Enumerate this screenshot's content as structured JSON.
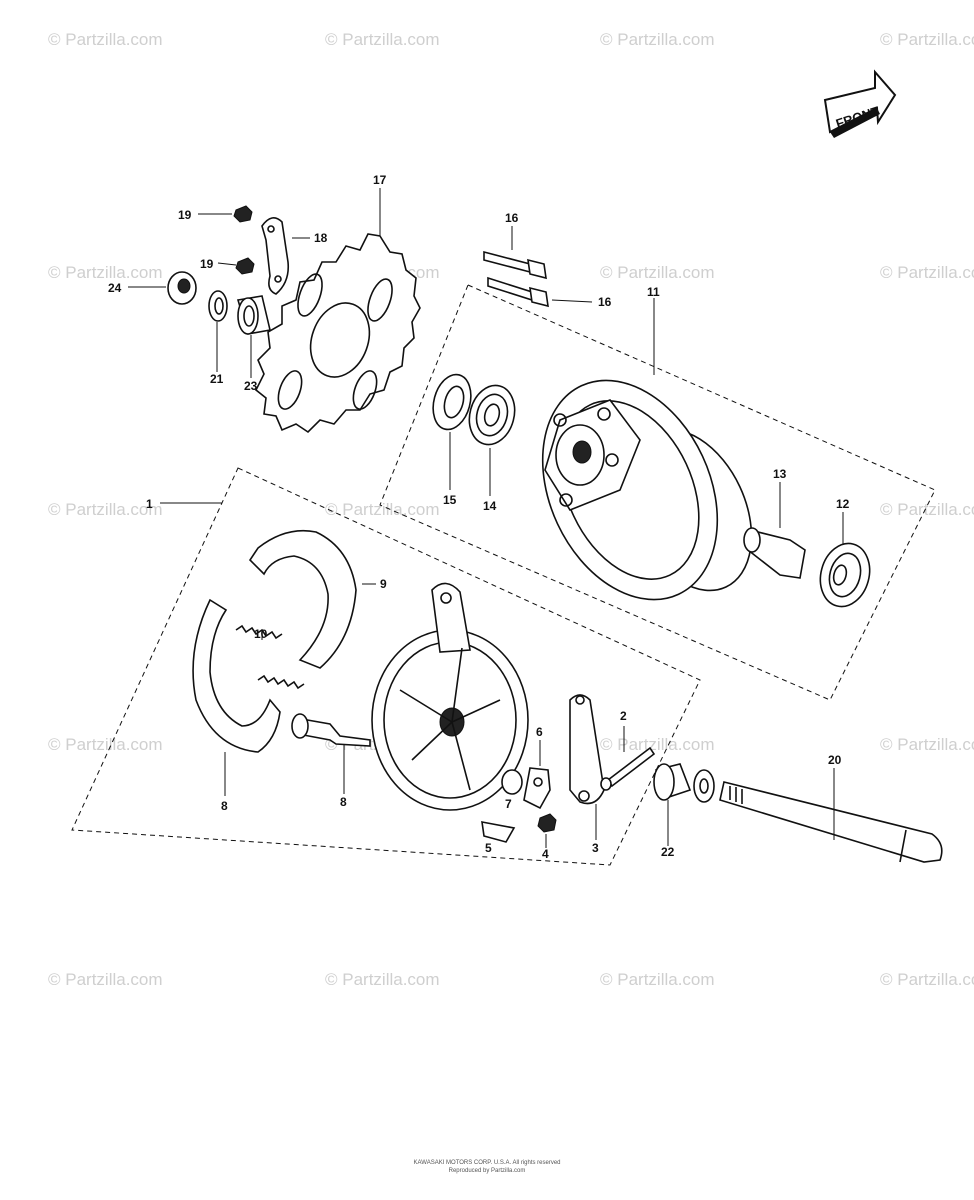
{
  "watermark": "© Partzilla.com",
  "front_arrow": {
    "label": "FRONT"
  },
  "callouts": [
    {
      "id": "c1",
      "text": "1"
    },
    {
      "id": "c2",
      "text": "2"
    },
    {
      "id": "c3",
      "text": "3"
    },
    {
      "id": "c4",
      "text": "4"
    },
    {
      "id": "c5",
      "text": "5"
    },
    {
      "id": "c6",
      "text": "6"
    },
    {
      "id": "c7",
      "text": "7"
    },
    {
      "id": "c8",
      "text": "8"
    },
    {
      "id": "c8b",
      "text": "8"
    },
    {
      "id": "c9",
      "text": "9"
    },
    {
      "id": "c10",
      "text": "10"
    },
    {
      "id": "c11",
      "text": "11"
    },
    {
      "id": "c12",
      "text": "12"
    },
    {
      "id": "c13",
      "text": "13"
    },
    {
      "id": "c14",
      "text": "14"
    },
    {
      "id": "c15",
      "text": "15"
    },
    {
      "id": "c16a",
      "text": "16"
    },
    {
      "id": "c16b",
      "text": "16"
    },
    {
      "id": "c17",
      "text": "17"
    },
    {
      "id": "c18",
      "text": "18"
    },
    {
      "id": "c19a",
      "text": "19"
    },
    {
      "id": "c19b",
      "text": "19"
    },
    {
      "id": "c20",
      "text": "20"
    },
    {
      "id": "c21",
      "text": "21"
    },
    {
      "id": "c22",
      "text": "22"
    },
    {
      "id": "c23",
      "text": "23"
    },
    {
      "id": "c24",
      "text": "24"
    }
  ],
  "footer": {
    "line1": "KAWASAKI MOTORS CORP. U.S.A. All rights reserved",
    "line2": "Reproduced by Partzilla.com"
  }
}
